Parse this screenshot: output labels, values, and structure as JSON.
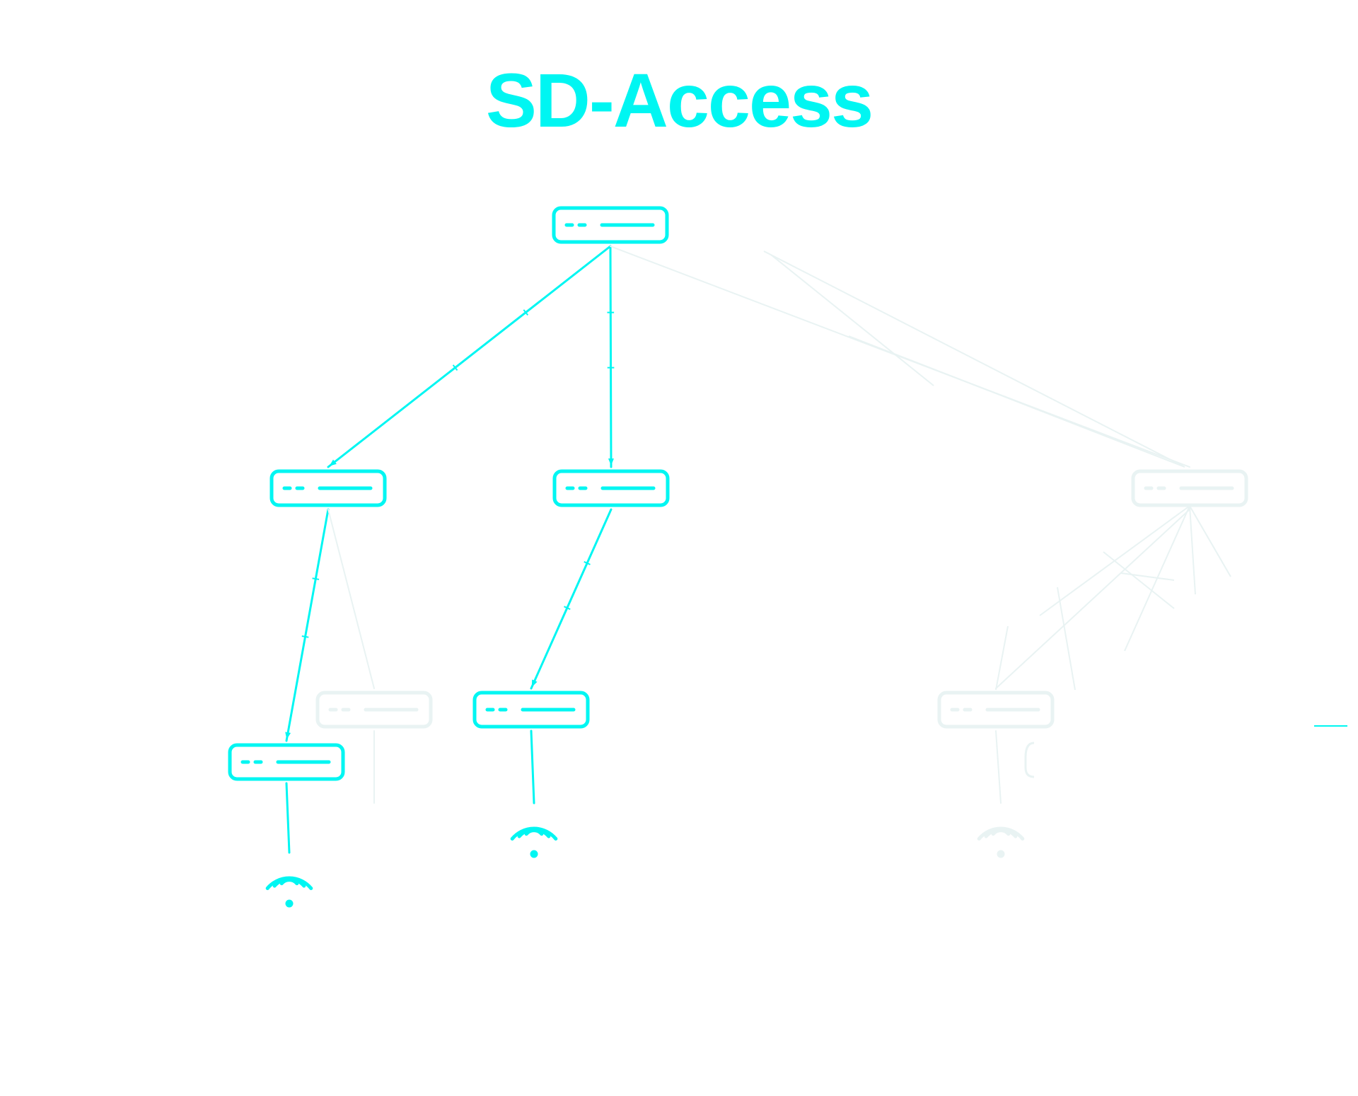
{
  "title": "SD-Access",
  "colors": {
    "accent": "#00f6f2",
    "faded": "#e9f3f3",
    "background": "#ffffff"
  },
  "icons": {
    "switch": "network-switch-icon",
    "wireless": "wifi-icon"
  },
  "topology": {
    "nodes": [
      {
        "id": "root",
        "kind": "switch",
        "state": "active"
      },
      {
        "id": "mid-left",
        "kind": "switch",
        "state": "active"
      },
      {
        "id": "mid-center",
        "kind": "switch",
        "state": "active"
      },
      {
        "id": "mid-right",
        "kind": "switch",
        "state": "faded"
      },
      {
        "id": "edge-left",
        "kind": "switch",
        "state": "active"
      },
      {
        "id": "edge-left-ghost",
        "kind": "switch",
        "state": "faded"
      },
      {
        "id": "edge-center",
        "kind": "switch",
        "state": "active"
      },
      {
        "id": "edge-right",
        "kind": "switch",
        "state": "faded"
      },
      {
        "id": "ap-left",
        "kind": "wifi",
        "state": "active"
      },
      {
        "id": "ap-center",
        "kind": "wifi",
        "state": "active"
      },
      {
        "id": "ap-right",
        "kind": "wifi",
        "state": "faded"
      }
    ],
    "links": [
      {
        "from": "root",
        "to": "mid-left",
        "state": "active"
      },
      {
        "from": "root",
        "to": "mid-center",
        "state": "active"
      },
      {
        "from": "root",
        "to": "mid-right",
        "state": "faded"
      },
      {
        "from": "mid-left",
        "to": "edge-left",
        "state": "active"
      },
      {
        "from": "mid-left",
        "to": "edge-left-ghost",
        "state": "faded"
      },
      {
        "from": "mid-center",
        "to": "edge-center",
        "state": "active"
      },
      {
        "from": "mid-right",
        "to": "edge-right",
        "state": "faded"
      },
      {
        "from": "edge-left",
        "to": "ap-left",
        "state": "active"
      },
      {
        "from": "edge-center",
        "to": "ap-center",
        "state": "active"
      },
      {
        "from": "edge-right",
        "to": "ap-right",
        "state": "faded"
      },
      {
        "from": "edge-left-ghost",
        "to": "ap-left-ghost",
        "state": "faded"
      }
    ]
  }
}
